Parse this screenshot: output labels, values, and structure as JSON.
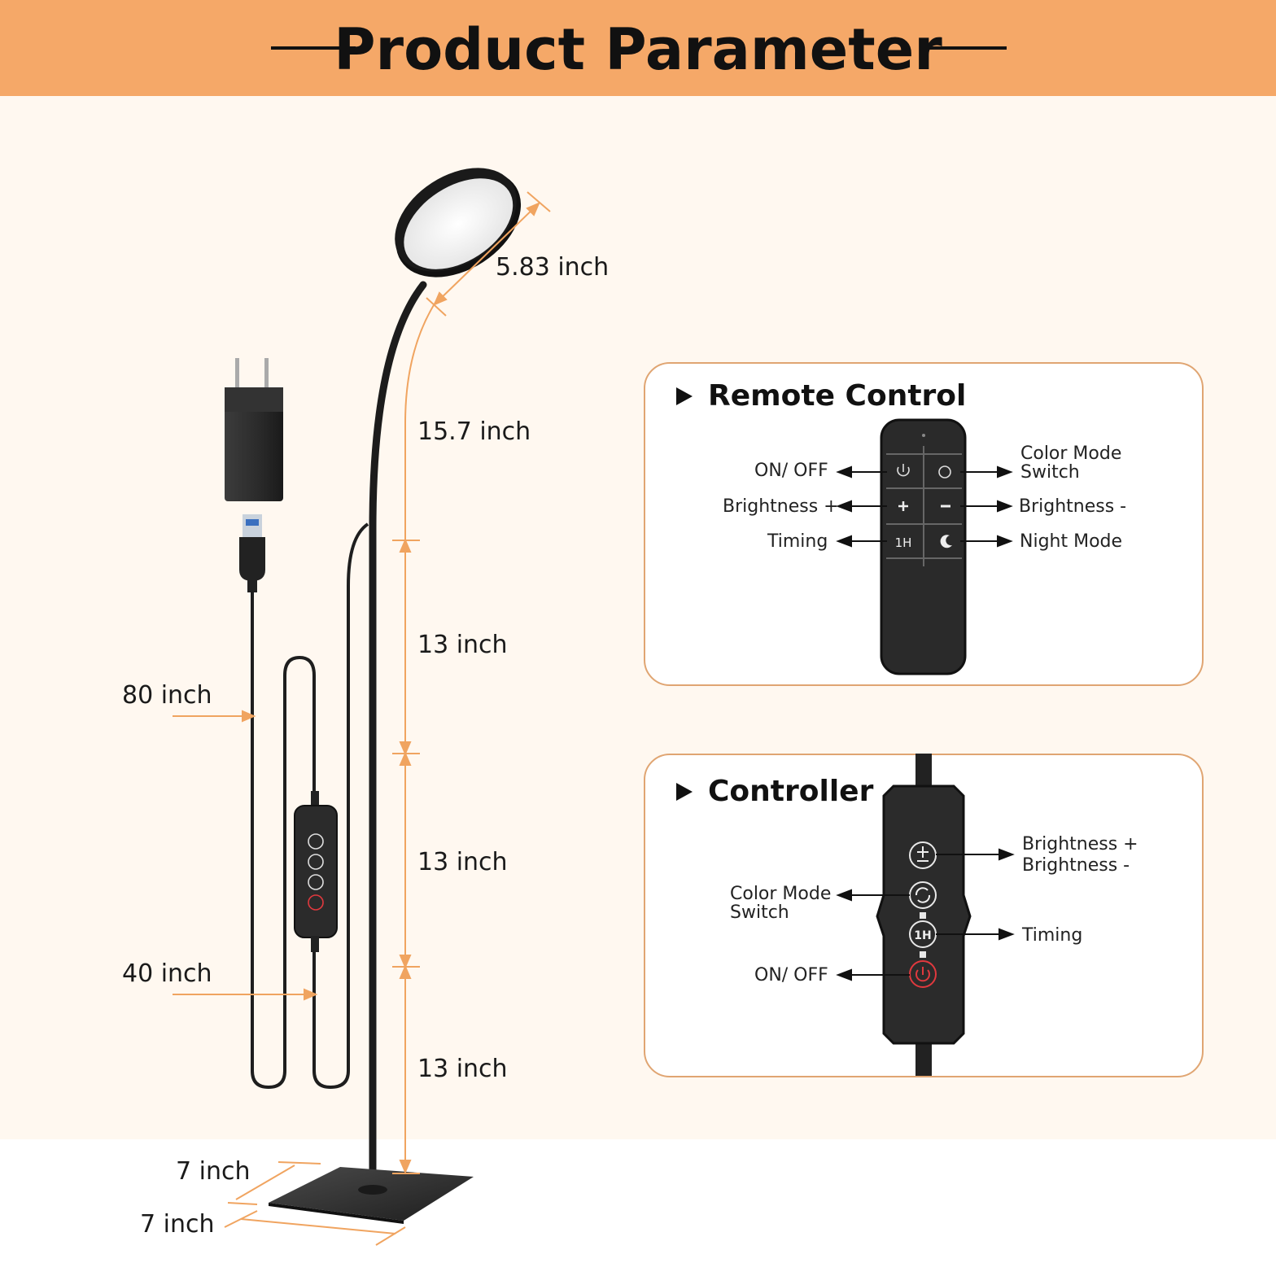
{
  "header": {
    "title": "Product Parameter",
    "band_color": "#f5a868"
  },
  "dimensions": {
    "head_diameter": "5.83 inch",
    "gooseneck": "15.7 inch",
    "pole_upper": "13 inch",
    "pole_middle": "13 inch",
    "pole_lower": "13 inch",
    "cable_total": "80 inch",
    "cable_to_controller": "40 inch",
    "base_depth": "7 inch",
    "base_width": "7 inch"
  },
  "remote": {
    "title": "Remote Control",
    "left_labels": [
      "ON/ OFF",
      "Brightness +",
      "Timing"
    ],
    "right_labels": [
      [
        "Color Mode",
        "Switch"
      ],
      [
        "Brightness -"
      ],
      [
        "Night Mode"
      ]
    ],
    "buttons": [
      "power-icon",
      "color-cycle-icon",
      "plus-icon",
      "minus-icon",
      "timer-1h-icon",
      "moon-icon"
    ],
    "timer_glyph": "1H"
  },
  "controller": {
    "title": "Controller",
    "left_labels": [
      [
        "Color Mode",
        "Switch"
      ],
      [
        "ON/ OFF"
      ]
    ],
    "right_labels": [
      [
        "Brightness +",
        "Brightness -"
      ],
      [
        "Timing"
      ]
    ],
    "buttons": [
      "plus-minus-icon",
      "color-cycle-icon",
      "timer-1h-icon",
      "power-icon"
    ],
    "timer_glyph": "1H"
  },
  "colors": {
    "accent": "#f0a460",
    "panel_border": "#e0a572",
    "device": "#2a2a2a",
    "power_red": "#e0393e"
  }
}
